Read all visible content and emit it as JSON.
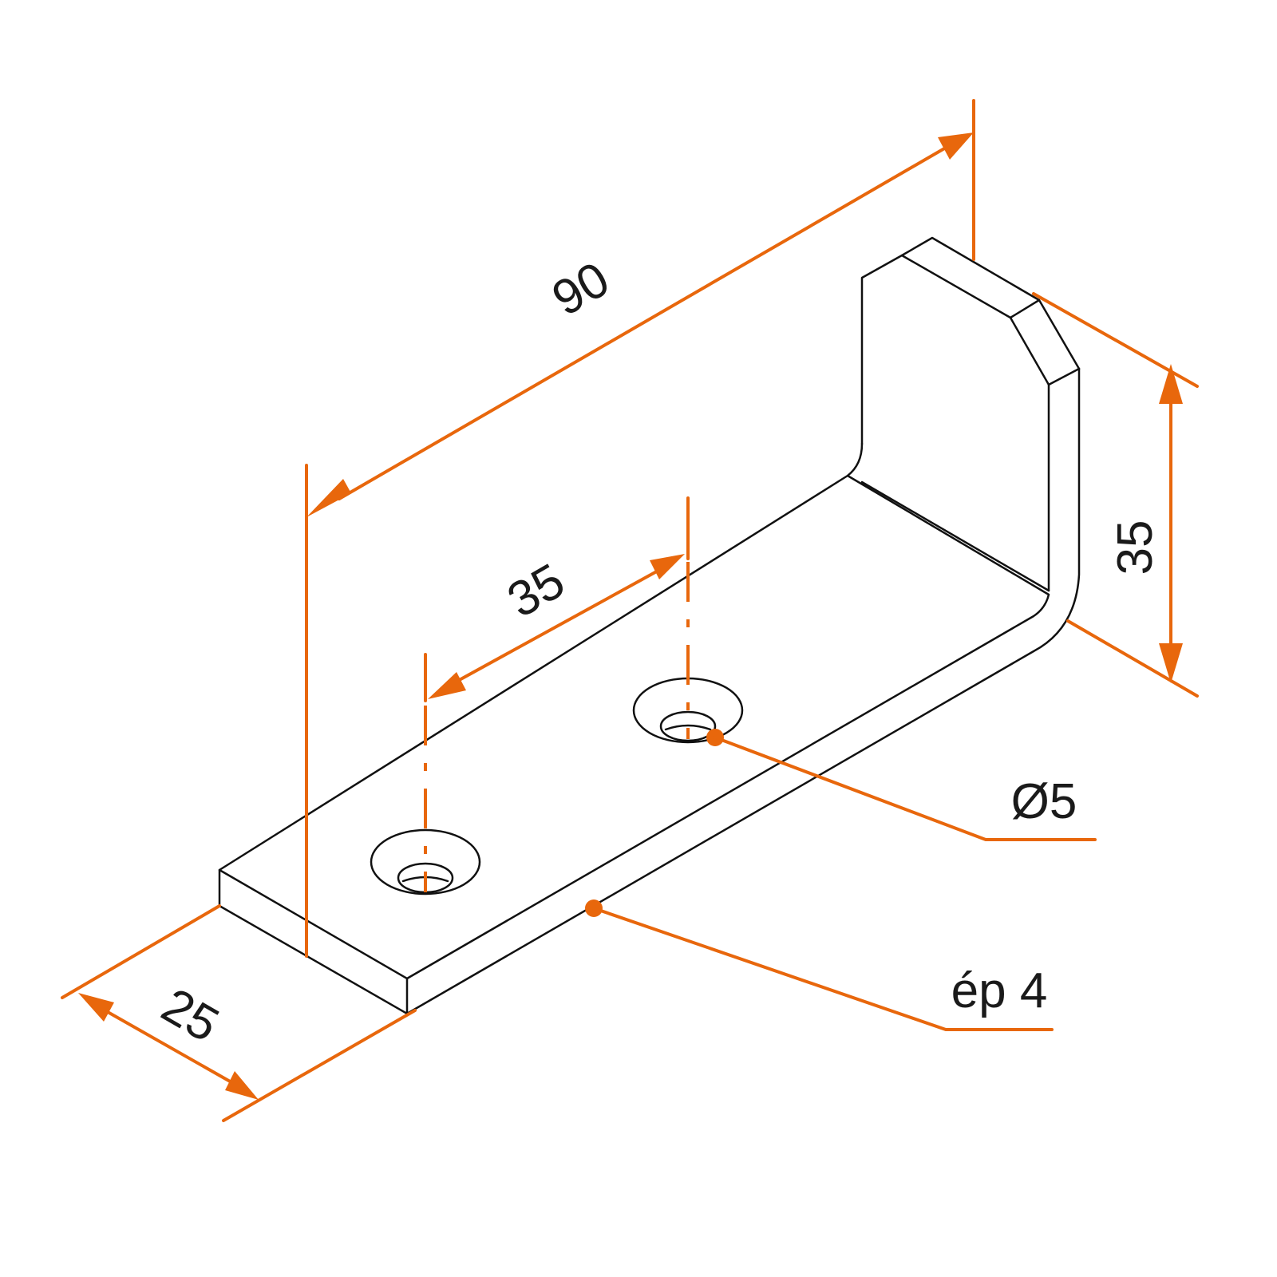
{
  "colors": {
    "accent": "#e8670c",
    "line": "#111111",
    "background": "#ffffff"
  },
  "dimensions": {
    "total_length": "90",
    "hole_spacing": "35",
    "height": "35",
    "width": "25"
  },
  "callouts": {
    "hole_diameter": "Ø5",
    "thickness": "ép 4"
  }
}
